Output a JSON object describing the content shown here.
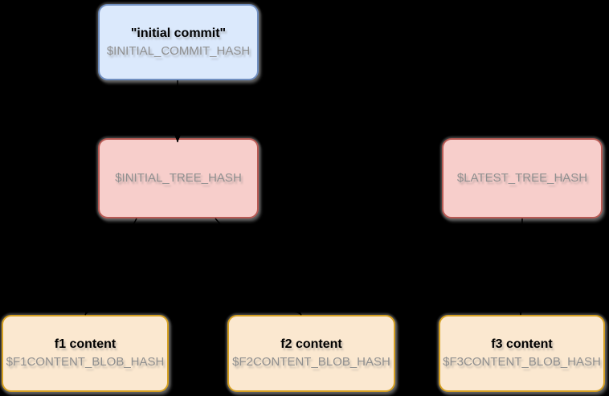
{
  "diagram": {
    "kind": "git-object-graph",
    "background": "black"
  },
  "palette": {
    "background": "#000000",
    "commit_fill": "#dbe9fc",
    "commit_stroke": "#6f8ec0",
    "tree_fill": "#f7cecb",
    "tree_stroke": "#b85a54",
    "blob_fill": "#fbe8d0",
    "blob_stroke": "#d5a021",
    "title_color": "#000000",
    "hash_color": "#8f8f8f",
    "edge_color": "#000000"
  },
  "nodes": {
    "commit": {
      "title": "\"initial commit\"",
      "subtitle": "$INITIAL_COMMIT_HASH"
    },
    "initial_tree": {
      "subtitle": "$INITIAL_TREE_HASH"
    },
    "latest_tree": {
      "subtitle": "$LATEST_TREE_HASH"
    },
    "blob_f1": {
      "title": "f1 content",
      "subtitle": "$F1CONTENT_BLOB_HASH"
    },
    "blob_f2": {
      "title": "f2 content",
      "subtitle": "$F2CONTENT_BLOB_HASH"
    },
    "blob_f3": {
      "title": "f3 content",
      "subtitle": "$F3CONTENT_BLOB_HASH"
    }
  },
  "edges": [
    {
      "from": "commit",
      "to": "initial_tree"
    },
    {
      "from": "initial_tree",
      "to": "blob_f1"
    },
    {
      "from": "initial_tree",
      "to": "blob_f2"
    },
    {
      "from": "latest_tree",
      "to": "blob_f3"
    }
  ]
}
